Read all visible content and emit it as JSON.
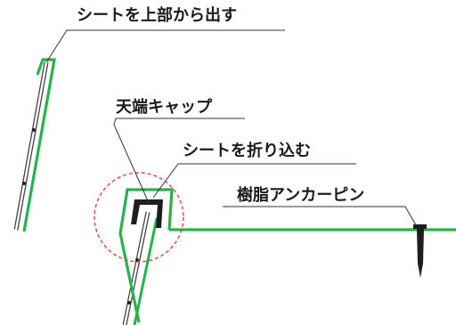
{
  "labels": {
    "top_sheet": "シートを上部から出す",
    "end_cap": "天端キャップ",
    "fold_sheet": "シートを折り込む",
    "resin_pin": "樹脂アンカーピン"
  },
  "colors": {
    "sheet": "#27b24a",
    "panel": "#444444",
    "cap": "#1e1e1e",
    "pin": "#1e1e1e",
    "highlight_circle": "#e0443a",
    "leader": "#333333"
  }
}
